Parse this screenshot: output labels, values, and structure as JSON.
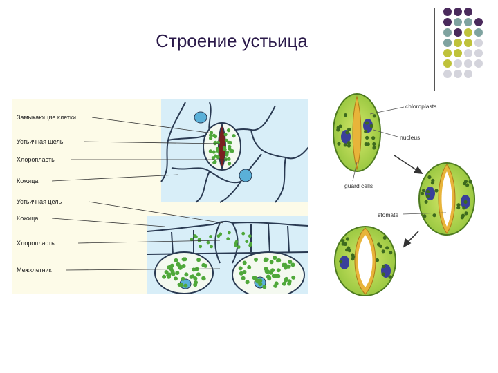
{
  "slide": {
    "title": "Строение устьица"
  },
  "left_figure": {
    "labels": [
      "Замыкающие клетки",
      "Устьичная щель",
      "Хлоропласты",
      "Кожица",
      "Устьичная цель",
      "Кожица",
      "Хлоропласты",
      "Межклетник"
    ]
  },
  "right_figure": {
    "labels": {
      "chloroplasts": "chloroplasts",
      "nucleus": "nucleus",
      "guard_cells": "guard cells",
      "stomate": "stomate"
    }
  },
  "colors": {
    "accent_purple": "#4a2a5c",
    "accent_teal": "#7fa3a0",
    "accent_olive": "#bfc23a",
    "accent_gray": "#d4d4dc"
  }
}
